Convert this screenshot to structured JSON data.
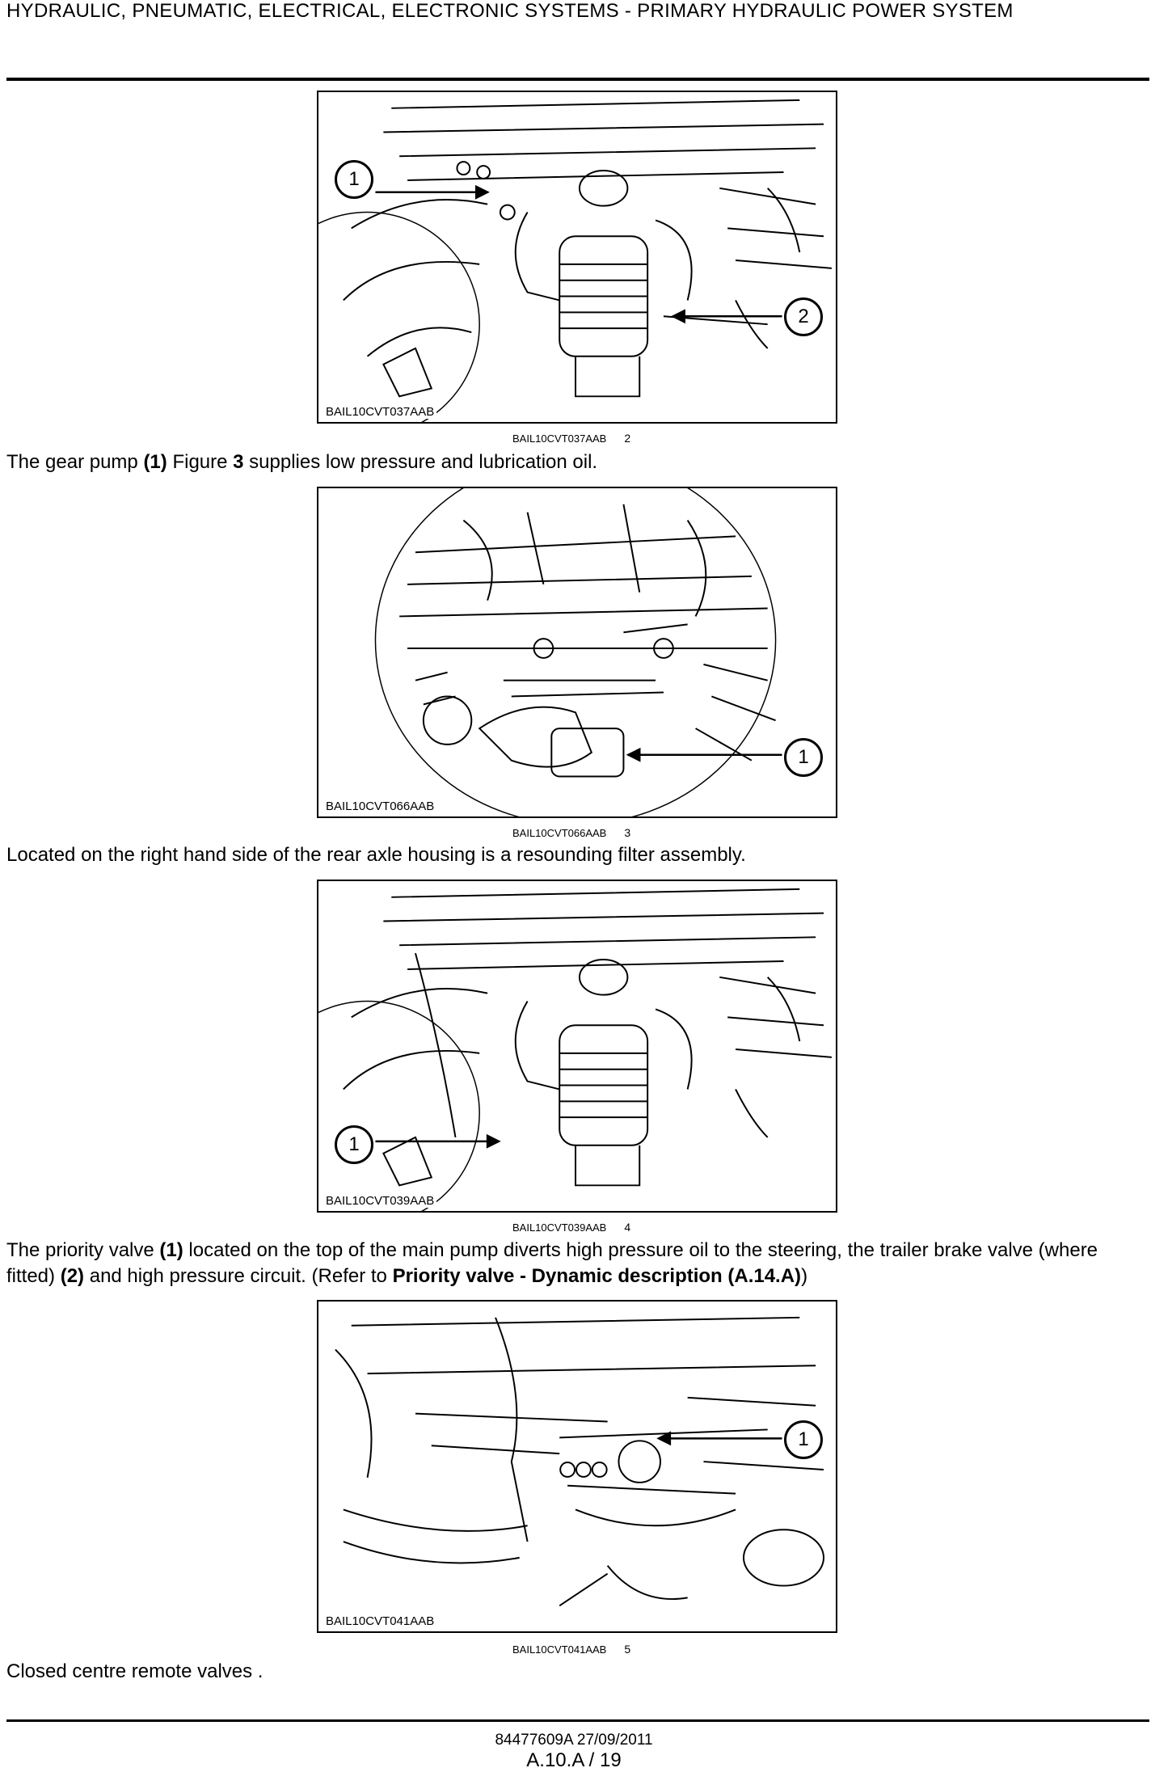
{
  "header": {
    "title": "HYDRAULIC, PNEUMATIC, ELECTRICAL, ELECTRONIC SYSTEMS - PRIMARY HYDRAULIC POWER SYSTEM"
  },
  "figures": [
    {
      "code": "BAIL10CVT037AAB",
      "caption_code": "BAIL10CVT037AAB",
      "caption_num": "2",
      "callouts": [
        "1",
        "2"
      ]
    },
    {
      "code": "BAIL10CVT066AAB",
      "caption_code": "BAIL10CVT066AAB",
      "caption_num": "3",
      "callouts": [
        "1"
      ]
    },
    {
      "code": "BAIL10CVT039AAB",
      "caption_code": "BAIL10CVT039AAB",
      "caption_num": "4",
      "callouts": [
        "1"
      ]
    },
    {
      "code": "BAIL10CVT041AAB",
      "caption_code": "BAIL10CVT041AAB",
      "caption_num": "5",
      "callouts": [
        "1"
      ]
    }
  ],
  "paragraphs": {
    "p1": {
      "a": "The gear pump ",
      "b": "(1)",
      "c": " Figure ",
      "d": "3",
      "e": " supplies low pressure and lubrication oil."
    },
    "p2": {
      "text": "Located on the right hand side of the rear axle housing is a resounding filter assembly."
    },
    "p3": {
      "a": "The priority valve ",
      "b": "(1)",
      "c": " located on the top of the main pump diverts high pressure oil to the steering, the trailer brake valve (where fitted) ",
      "d": "(2)",
      "e": " and high pressure circuit. (Refer to ",
      "f": "Priority valve - Dynamic description (A.14.A)",
      "g": ")"
    },
    "p4": {
      "text": "Closed centre remote valves ."
    }
  },
  "footer": {
    "doc_ref": "84477609A 27/09/2011",
    "page": "A.10.A / 19"
  }
}
